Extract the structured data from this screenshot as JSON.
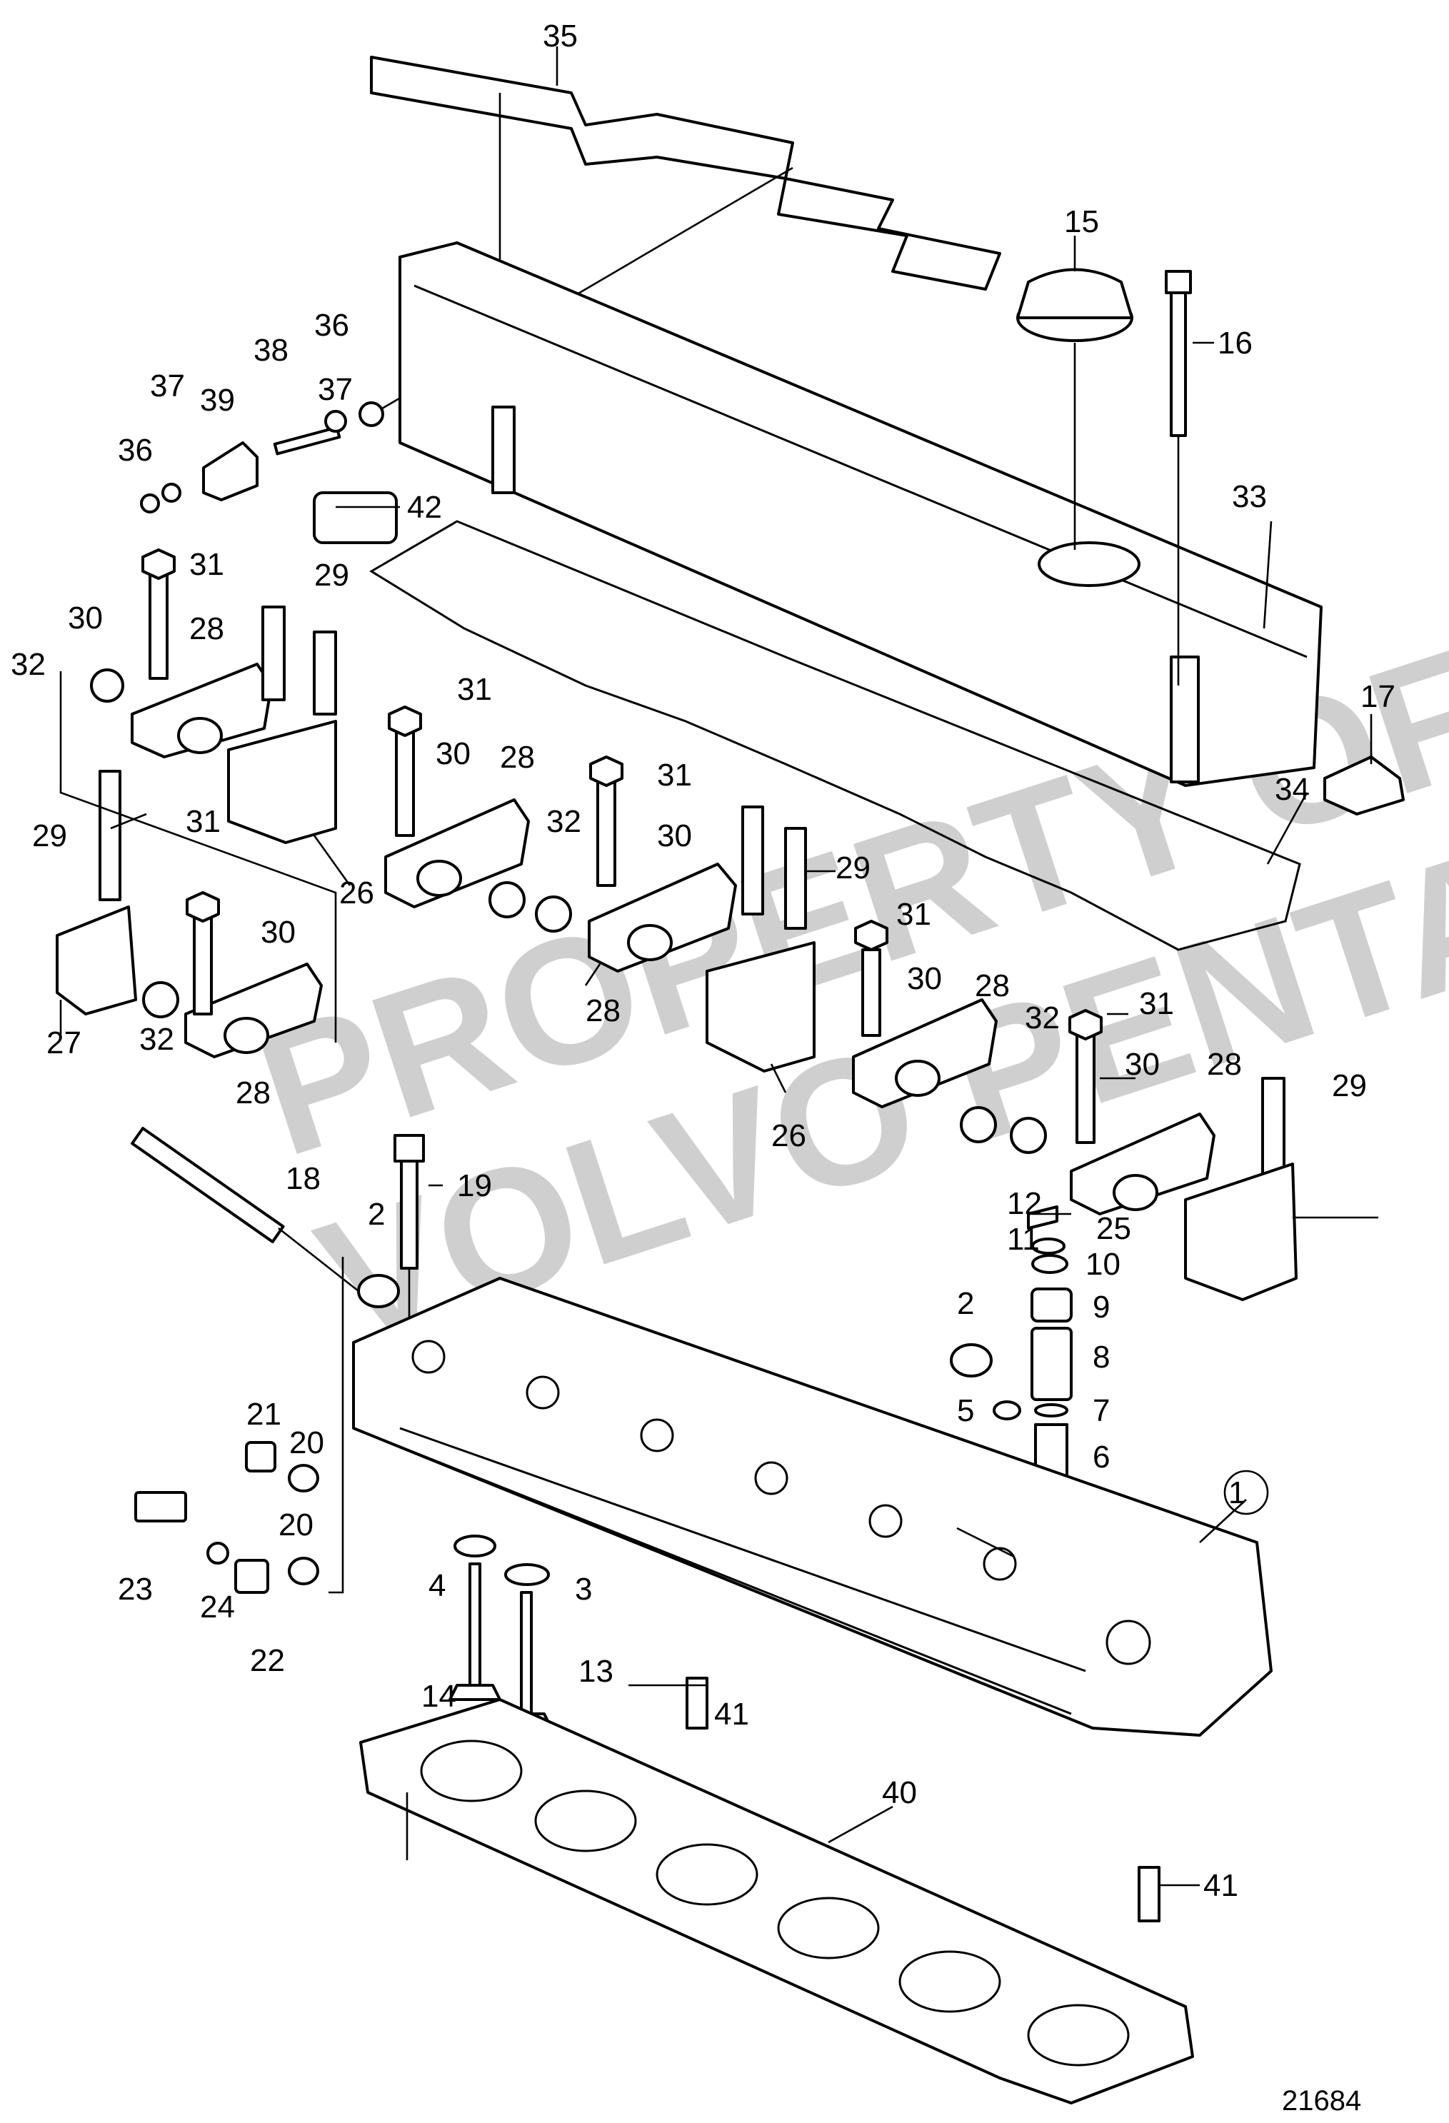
{
  "figure_id": "21684",
  "watermark": {
    "line1": "PROPERTY OF",
    "line2": "VOLVO PENTA"
  },
  "callouts": {
    "p1": "1",
    "p2a": "2",
    "p2b": "2",
    "p3": "3",
    "p4": "4",
    "p5": "5",
    "p6": "6",
    "p7": "7",
    "p8": "8",
    "p9": "9",
    "p10": "10",
    "p11": "11",
    "p12": "12",
    "p13": "13",
    "p14": "14",
    "p15": "15",
    "p16": "16",
    "p17": "17",
    "p18": "18",
    "p19": "19",
    "p20a": "20",
    "p20b": "20",
    "p21": "21",
    "p22": "22",
    "p23": "23",
    "p24": "24",
    "p25": "25",
    "p26a": "26",
    "p26b": "26",
    "p27": "27",
    "p28a": "28",
    "p28b": "28",
    "p28c": "28",
    "p28d": "28",
    "p28e": "28",
    "p28f": "28",
    "p29a": "29",
    "p29b": "29",
    "p29c": "29",
    "p29d": "29",
    "p30a": "30",
    "p30b": "30",
    "p30c": "30",
    "p30d": "30",
    "p30e": "30",
    "p30f": "30",
    "p31a": "31",
    "p31b": "31",
    "p31c": "31",
    "p31d": "31",
    "p31e": "31",
    "p31f": "31",
    "p32a": "32",
    "p32b": "32",
    "p32c": "32",
    "p32d": "32",
    "p33": "33",
    "p34": "34",
    "p35": "35",
    "p36a": "36",
    "p36b": "36",
    "p37a": "37",
    "p37b": "37",
    "p38": "38",
    "p39": "39",
    "p40": "40",
    "p41a": "41",
    "p41b": "41",
    "p42": "42"
  }
}
